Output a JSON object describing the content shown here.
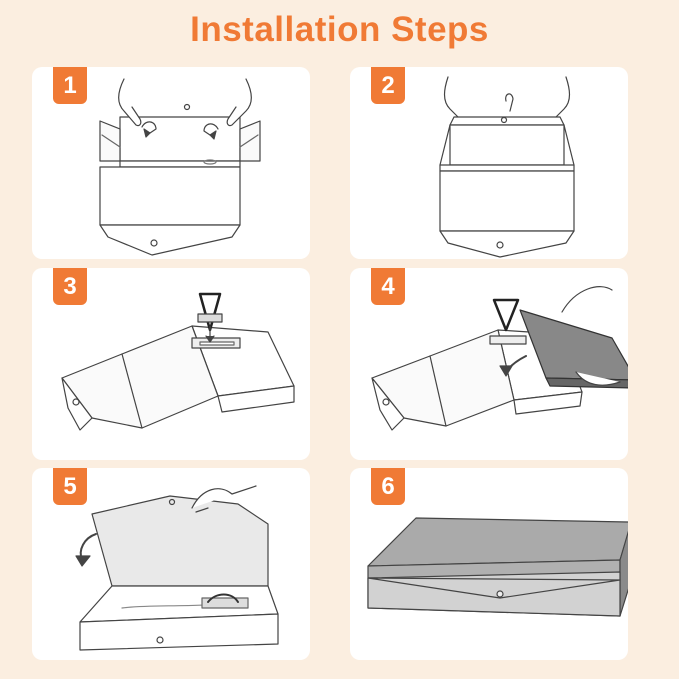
{
  "title": "Installation Steps",
  "brand_color": "#f07a35",
  "steps": [
    {
      "number": "1"
    },
    {
      "number": "2"
    },
    {
      "number": "3"
    },
    {
      "number": "4"
    },
    {
      "number": "5"
    },
    {
      "number": "6"
    }
  ]
}
